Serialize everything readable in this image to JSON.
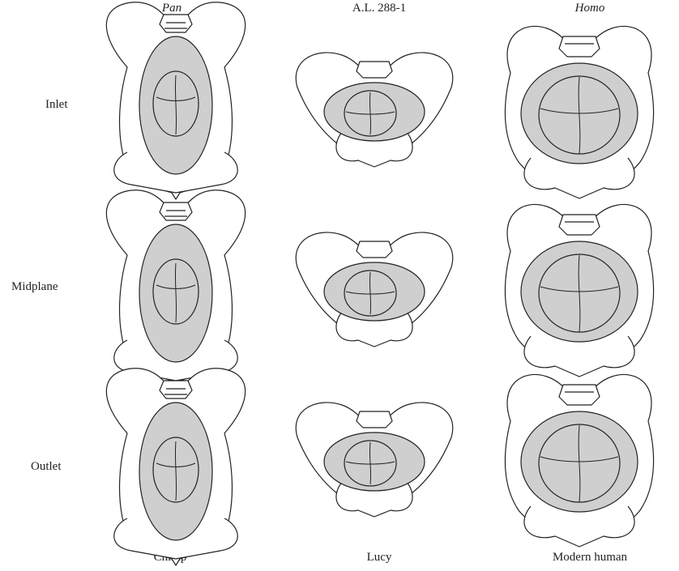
{
  "columns": [
    {
      "heading": "Pan",
      "footer": "Chimp",
      "italic": true
    },
    {
      "heading": "A.L. 288-1",
      "footer": "Lucy",
      "italic": false
    },
    {
      "heading": "Homo",
      "footer": "Modern human",
      "italic": true
    }
  ],
  "rows": [
    "Inlet",
    "Midplane",
    "Outlet"
  ],
  "colors": {
    "canal": "#cfcfcf",
    "stroke": "#222222",
    "bone": "#ffffff"
  }
}
